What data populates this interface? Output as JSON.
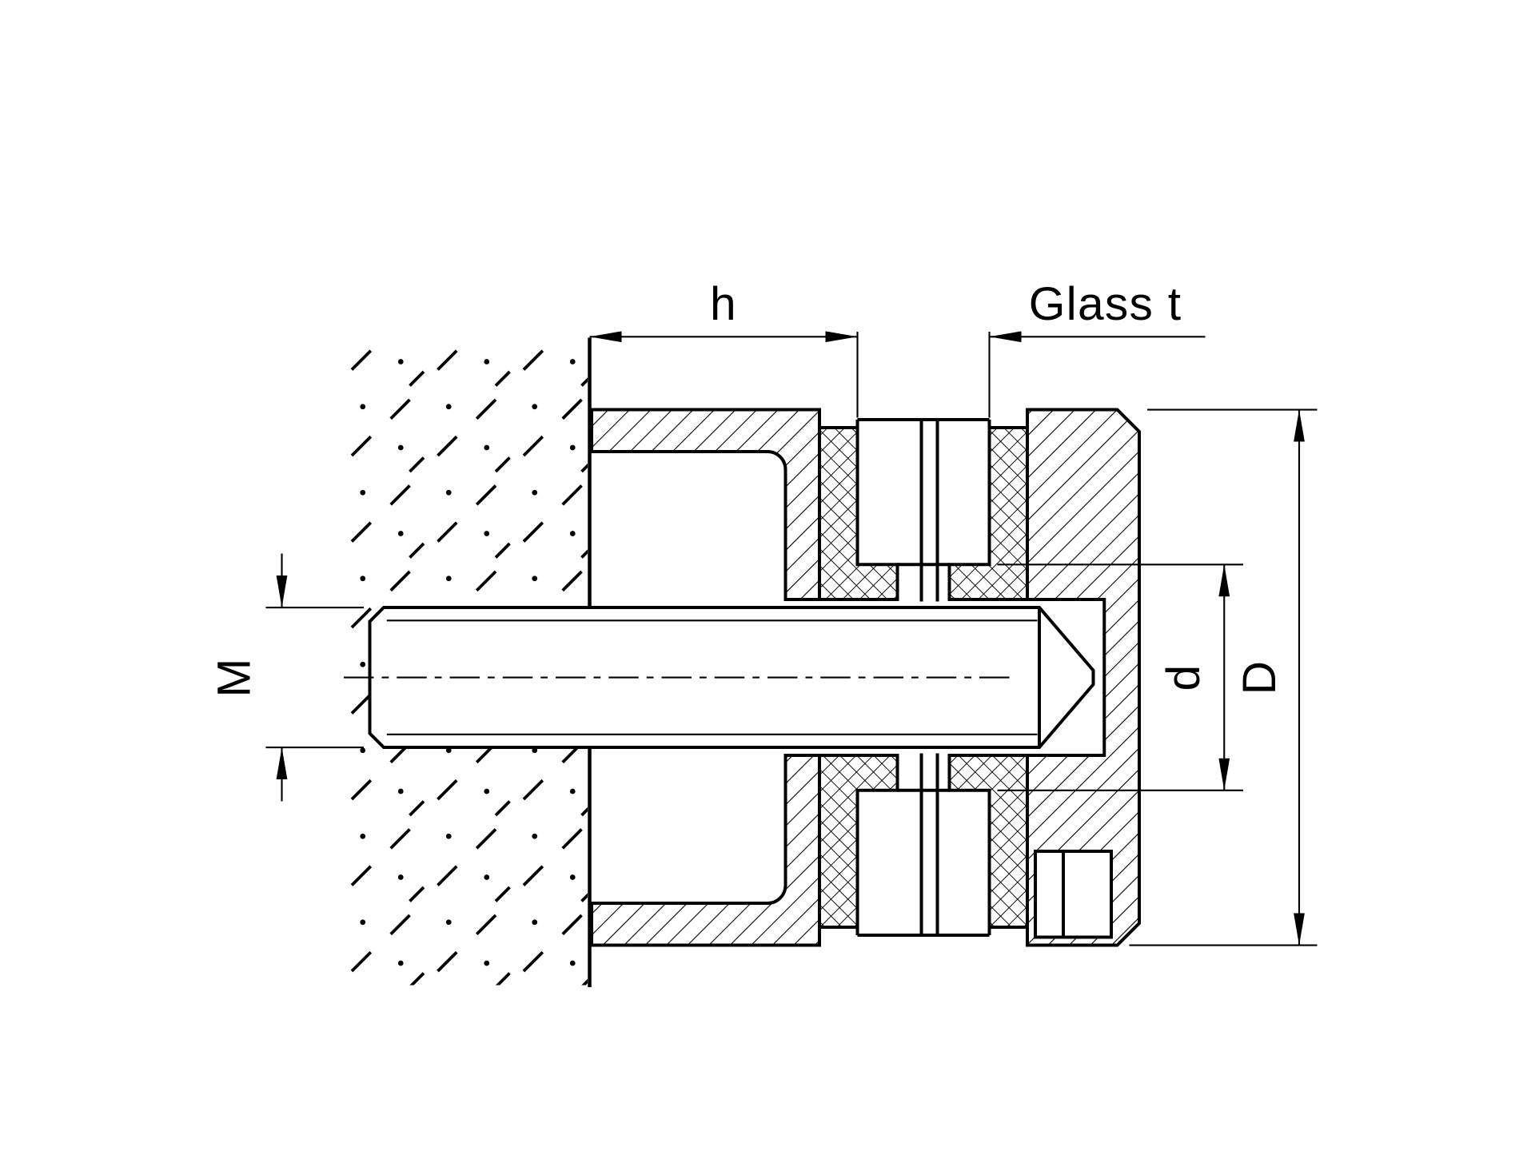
{
  "drawing": {
    "background_color": "#ffffff",
    "line_color": "#000000",
    "labels": {
      "h": "h",
      "glass_t": "Glass t",
      "m": "M",
      "d": "d",
      "big_d": "D"
    }
  }
}
